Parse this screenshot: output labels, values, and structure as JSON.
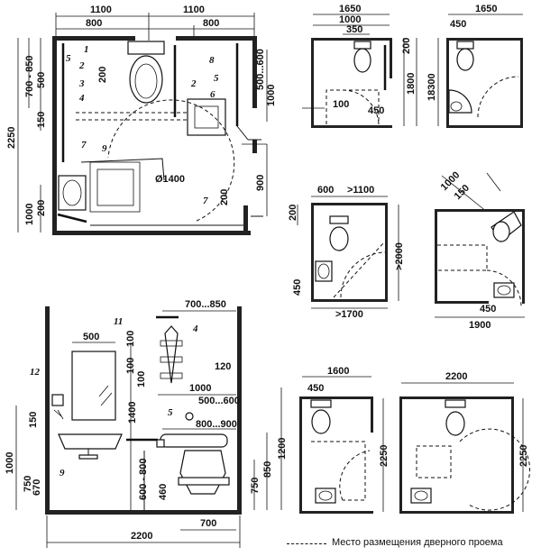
{
  "legend": {
    "door_placement": "Место размещения дверного проема"
  },
  "plan_main": {
    "dims_top": [
      "1100",
      "1100",
      "800",
      "800"
    ],
    "dims_left": [
      "2250",
      "700 - 850",
      "500",
      "150",
      "1000",
      "200"
    ],
    "dims_right": [
      "500...600",
      "1000",
      "900",
      "200"
    ],
    "circle": "Ø1400",
    "labels": [
      "1",
      "2",
      "3",
      "4",
      "5",
      "6",
      "7",
      "8",
      "9",
      "2",
      "5",
      "7",
      "200"
    ]
  },
  "plan_a": {
    "dims": [
      "1650",
      "1000",
      "350",
      "200",
      "1800",
      "100",
      "450"
    ]
  },
  "plan_b": {
    "dims": [
      "1650",
      "450",
      "18300"
    ]
  },
  "plan_c": {
    "dims": [
      "600",
      ">1100",
      "200",
      "450",
      ">2000",
      ">1700"
    ]
  },
  "plan_d": {
    "dims": [
      "1000",
      "150",
      "450",
      "1900"
    ]
  },
  "elevation": {
    "dims": [
      "700...850",
      "500",
      "100",
      "100",
      "100",
      "120",
      "1000",
      "500...600",
      "800...900",
      "1400",
      "1000",
      "750",
      "670",
      "150",
      "600 - 800",
      "460",
      "1200",
      "850",
      "750",
      "2200",
      "700"
    ],
    "labels": [
      "11",
      "4",
      "12",
      "5",
      "9"
    ]
  },
  "plan_e": {
    "dims": [
      "1600",
      "450",
      "2250"
    ]
  },
  "plan_f": {
    "dims": [
      "2200",
      "2250"
    ]
  }
}
